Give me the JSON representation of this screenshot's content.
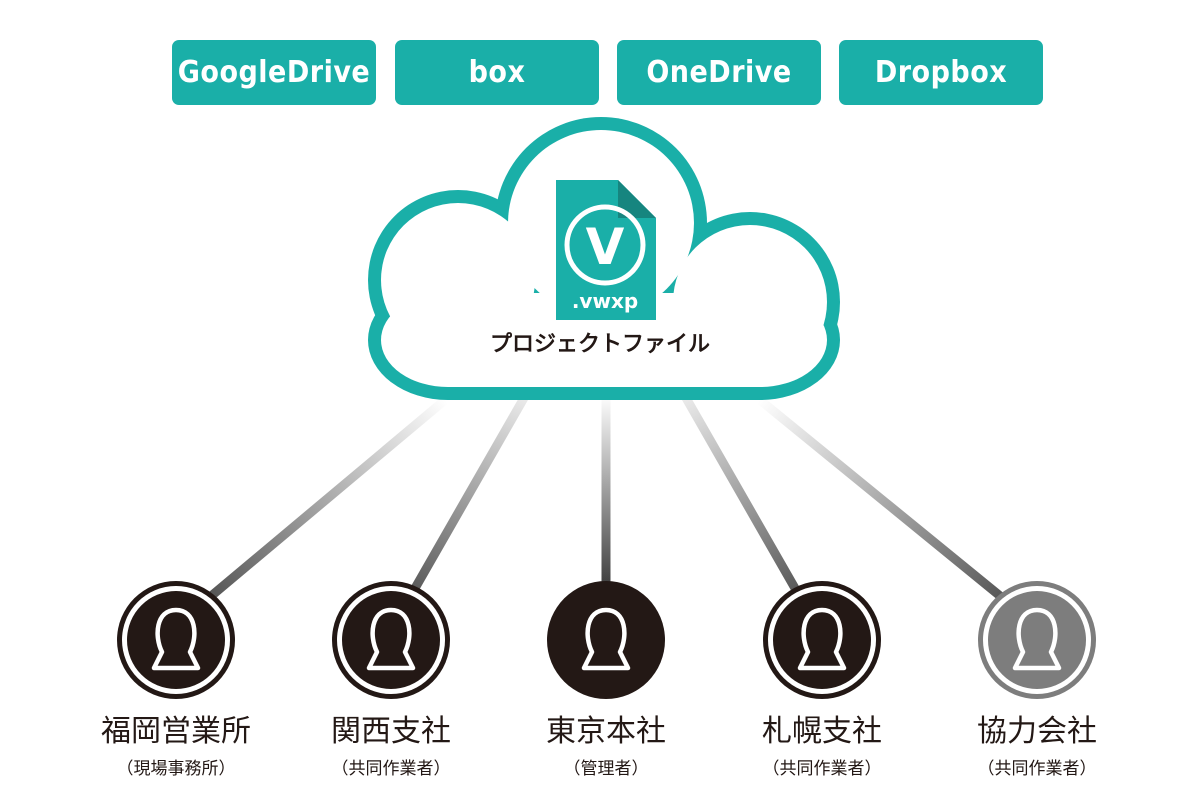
{
  "colors": {
    "teal": "#1aafa8",
    "teal_dark": "#16857f",
    "node_dark": "#231815",
    "node_gray": "#7d7d7d"
  },
  "services": [
    {
      "label": "GoogleDrive"
    },
    {
      "label": "box"
    },
    {
      "label": "OneDrive"
    },
    {
      "label": "Dropbox"
    }
  ],
  "cloud": {
    "file_extension": ".vwxp",
    "file_logo_letter": "V",
    "caption": "プロジェクトファイル"
  },
  "nodes": [
    {
      "name": "福岡営業所",
      "role": "（現場事務所）",
      "style": "outlined-dark"
    },
    {
      "name": "関西支社",
      "role": "（共同作業者）",
      "style": "outlined-dark"
    },
    {
      "name": "東京本社",
      "role": "（管理者）",
      "style": "solid-dark"
    },
    {
      "name": "札幌支社",
      "role": "（共同作業者）",
      "style": "outlined-dark"
    },
    {
      "name": "協力会社",
      "role": "（共同作業者）",
      "style": "outlined-gray"
    }
  ]
}
